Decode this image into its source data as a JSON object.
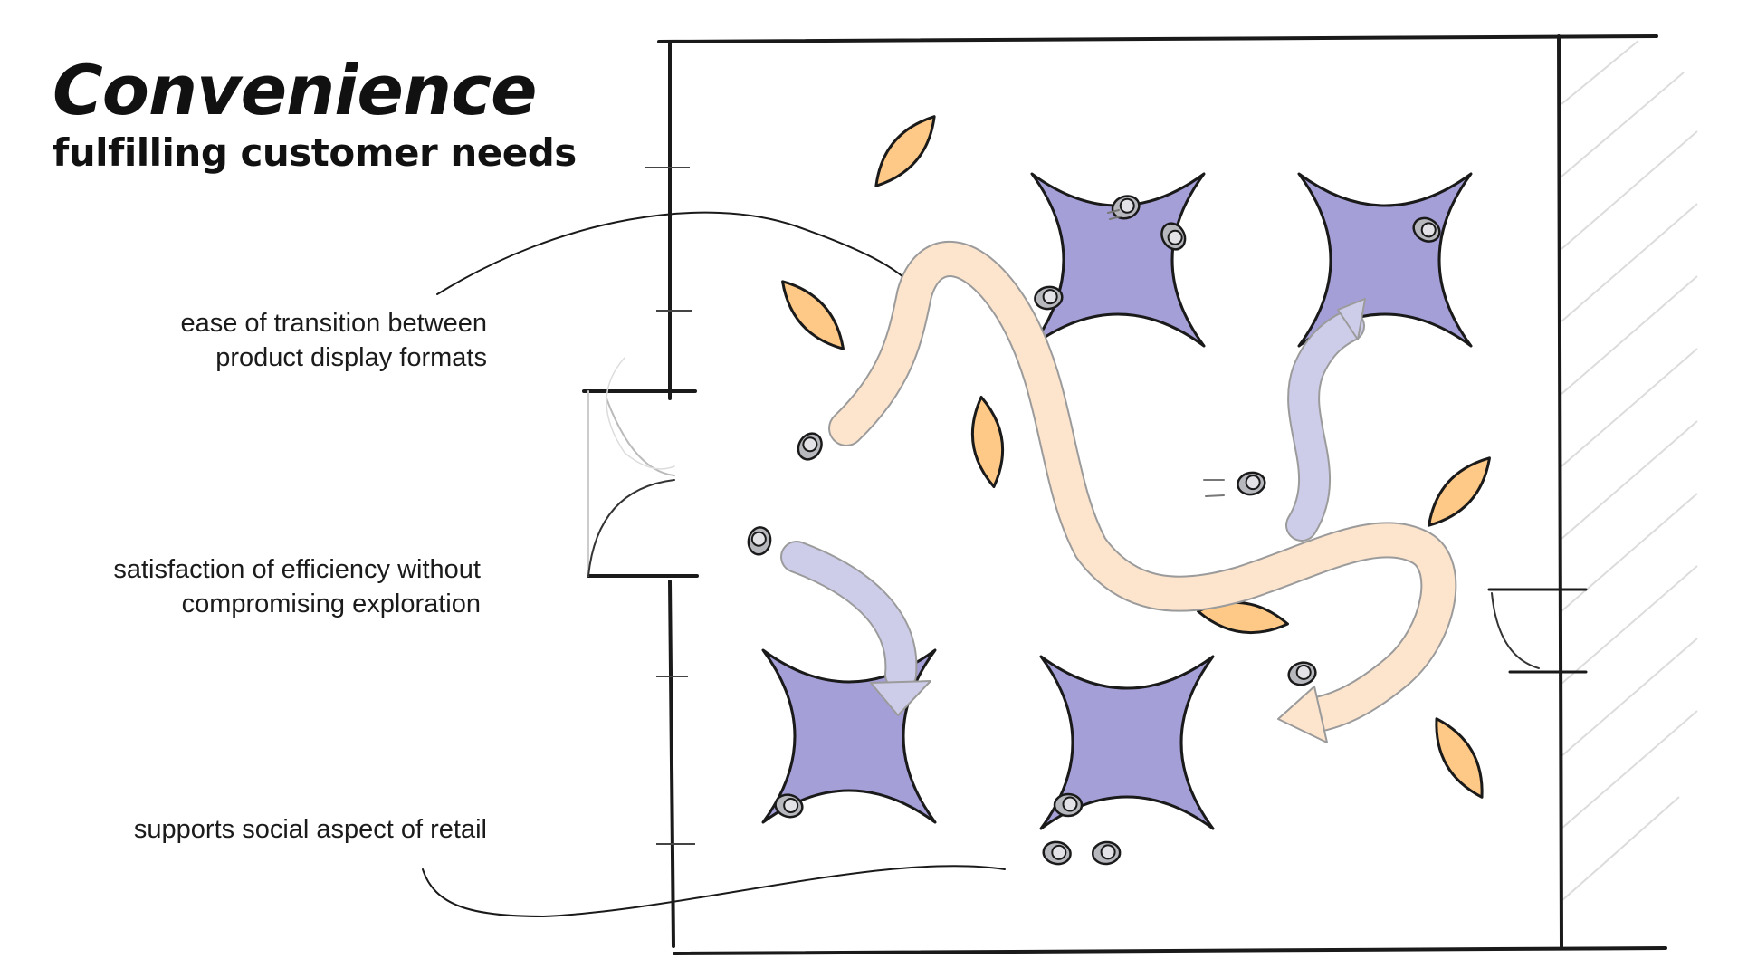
{
  "header": {
    "title": "Convenience",
    "subtitle": "fulfilling customer needs"
  },
  "annotations": [
    {
      "lines": [
        "ease of transition between",
        "product display formats"
      ]
    },
    {
      "lines": [
        "satisfaction of efficiency without",
        "compromising exploration"
      ]
    },
    {
      "lines": [
        "supports social aspect of retail"
      ]
    }
  ],
  "colors": {
    "ink": "#1a1a1a",
    "fixture_purple": "#a49fd6",
    "table_orange": "#fec987",
    "path_orange": "#fce4cd",
    "path_purple": "#cdcdea",
    "person_gray": "#b7b8be",
    "hatch": "#dcdcdc"
  },
  "icons": {
    "fixture": "four-point-star-fixture",
    "table": "leaf-display-table",
    "shopper": "person-top-view-icon"
  }
}
